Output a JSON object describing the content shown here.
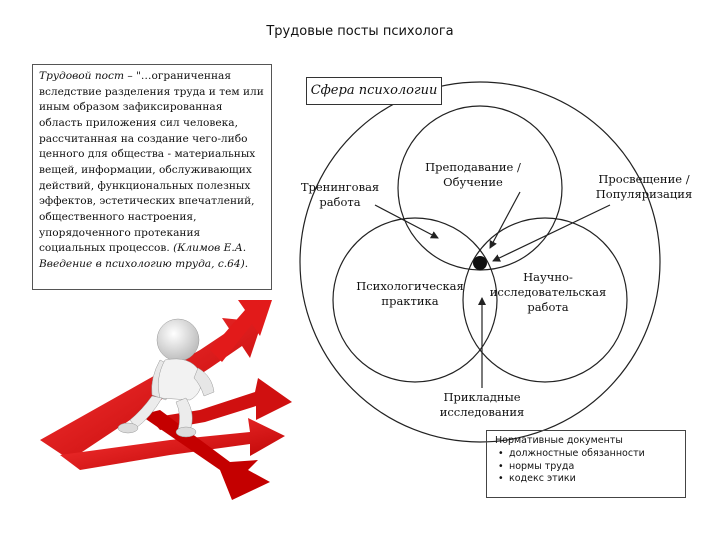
{
  "title": "Трудовые посты психолога",
  "definition": {
    "lead": "Трудовой пост",
    "body": " – \"…ограниченная вследствие разделения труда и тем или иным образом зафиксированная область приложения сил человека, рассчитанная на создание чего-либо ценного для общества - материальных вещей, информации, обслуживающих действий, функциональных полезных эффектов, эстетических впечатлений, общественного настроения, упорядоченного протекания социальных процессов.",
    "citation": " (Климов Е.А. Введение в психологию труда, с.64)",
    "tail": "."
  },
  "sphere_label": "Сфера психологии",
  "labels": {
    "training": "Тренинговая работа",
    "teaching": "Преподавание / Обучение",
    "enlightenment": "Просвещение / Популяризация",
    "practice": "Психологическая практика",
    "research": "Научно-исследовательская работа",
    "applied": "Прикладные исследования"
  },
  "norms": {
    "title": "Нормативные документы",
    "items": [
      "должностные обязанности",
      "нормы труда",
      "кодекс этики"
    ]
  },
  "colors": {
    "arrow_red": "#e01818",
    "line": "#222222"
  }
}
